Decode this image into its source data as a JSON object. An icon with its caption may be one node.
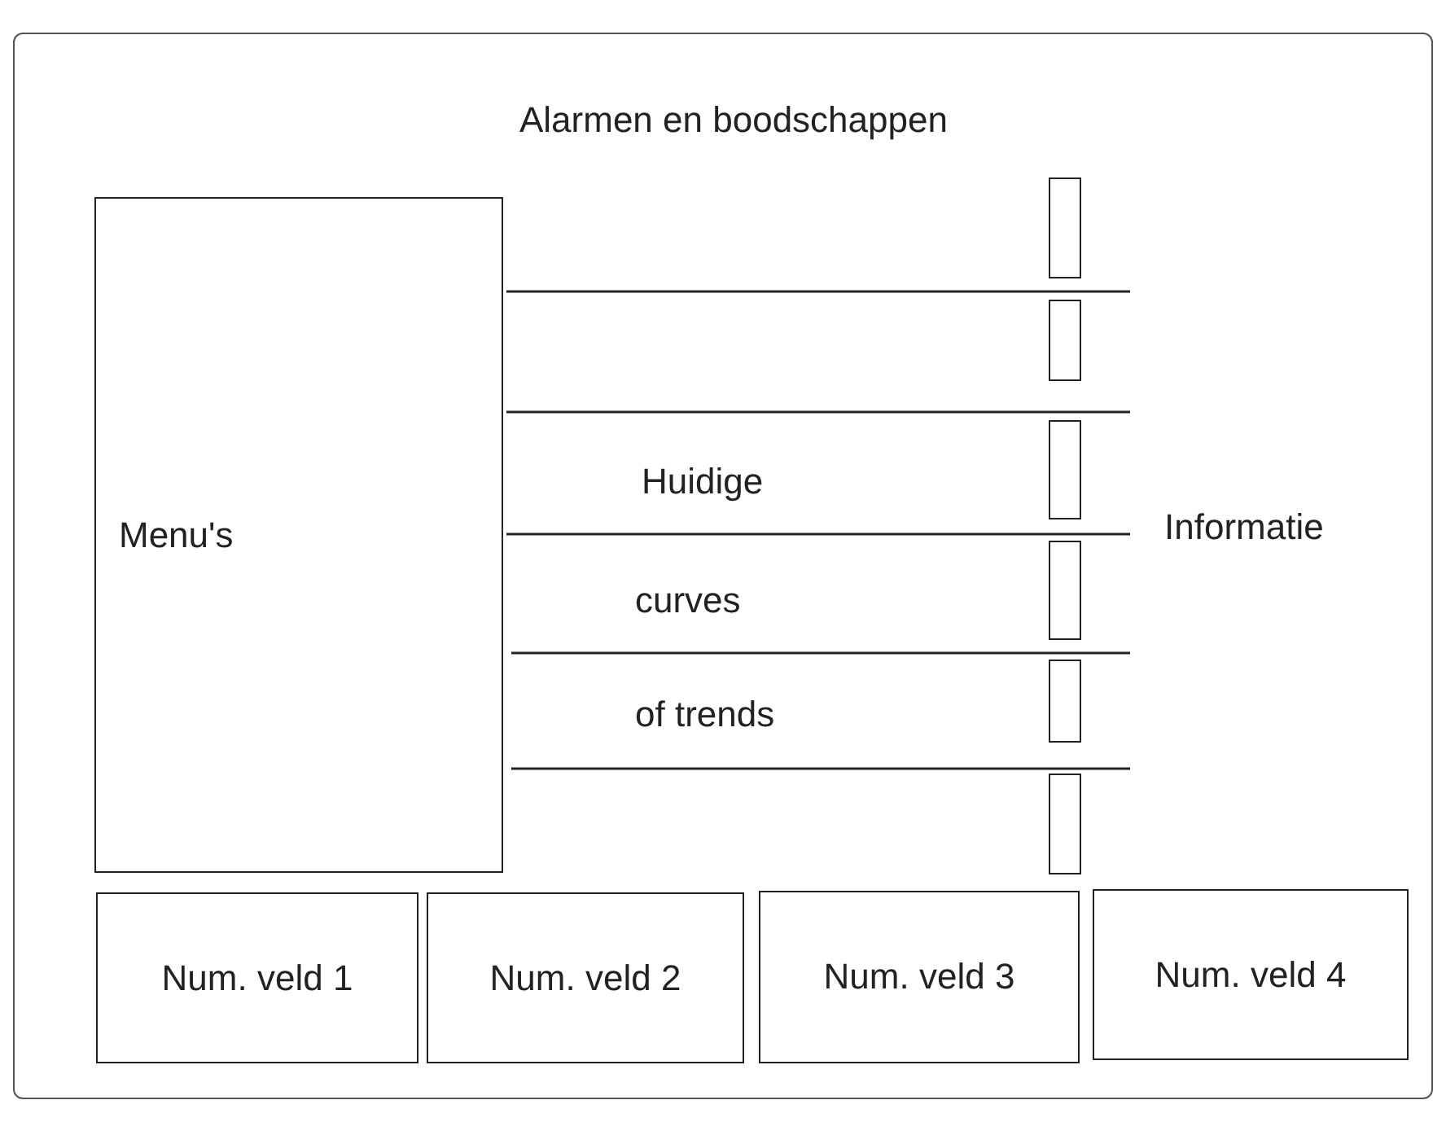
{
  "diagram": {
    "nodes": [
      {
        "text": [],
        "shape": "box"
      },
      {
        "text": [
          "Menu's"
        ],
        "in": 0
      },
      {
        "text": [],
        "shape": "bar",
        "in": 0
      },
      {
        "text": [],
        "shape": "bar",
        "in": 0
      },
      {
        "text": [],
        "shape": "bar",
        "in": 0
      },
      {
        "text": [],
        "shape": "bar",
        "in": 0
      },
      {
        "text": [],
        "shape": "bar",
        "in": 0
      },
      {
        "text": [],
        "shape": "bar",
        "in": 0
      },
      {
        "text": [
          "Num. veld 1"
        ],
        "in": 0
      },
      {
        "text": [
          "Num. veld 2"
        ],
        "in": 0
      },
      {
        "text": [
          "Num. veld 3"
        ],
        "in": 0
      },
      {
        "text": [
          "Num. veld 4"
        ],
        "in": 0
      }
    ],
    "edges": [],
    "labels": [
      "Alarmen en boodschappen",
      "Huidige",
      "curves",
      "of trends",
      "Informatie"
    ]
  }
}
